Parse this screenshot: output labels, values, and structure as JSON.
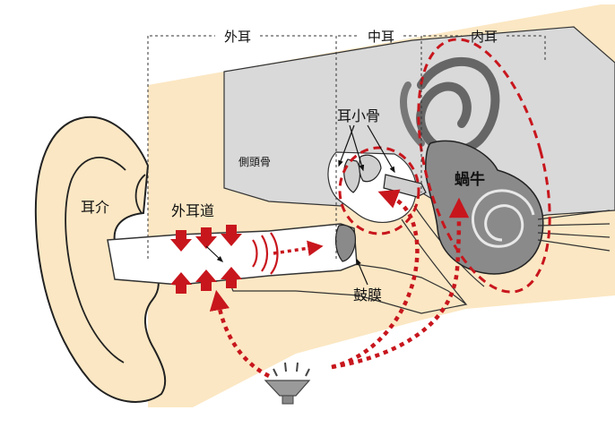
{
  "sections": {
    "outer": "外耳",
    "middle": "中耳",
    "inner": "内耳"
  },
  "labels": {
    "pinna": "耳介",
    "ear_canal": "外耳道",
    "temporal_bone": "側頭骨",
    "ossicles": "耳小骨",
    "eardrum": "鼓膜",
    "cochlea": "蝸牛"
  },
  "icons": {
    "sound_source": "speaker-icon"
  },
  "colors": {
    "skin": "#fbe7c3",
    "skin_outline": "#222222",
    "bone_gray": "#d8d8d8",
    "cochlea_gray": "#8a8a8a",
    "accent_red": "#c8161d"
  }
}
